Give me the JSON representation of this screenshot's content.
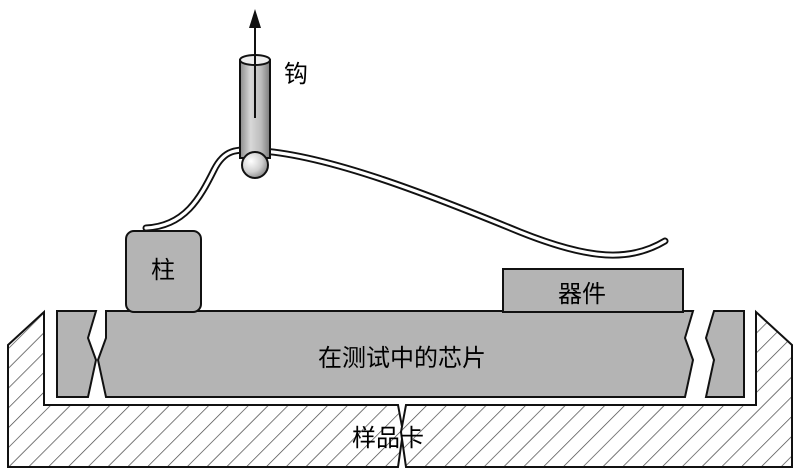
{
  "labels": {
    "hook": "钩",
    "post": "柱",
    "device": "器件",
    "chip": "在测试中的芯片",
    "carrier": "样品卡"
  },
  "colors": {
    "background": "#ffffff",
    "gray_fill": "#b4b4b4",
    "hatch_stroke": "#444444",
    "outline": "#111111"
  },
  "icons": {
    "pull_direction": "arrow-up-icon"
  }
}
